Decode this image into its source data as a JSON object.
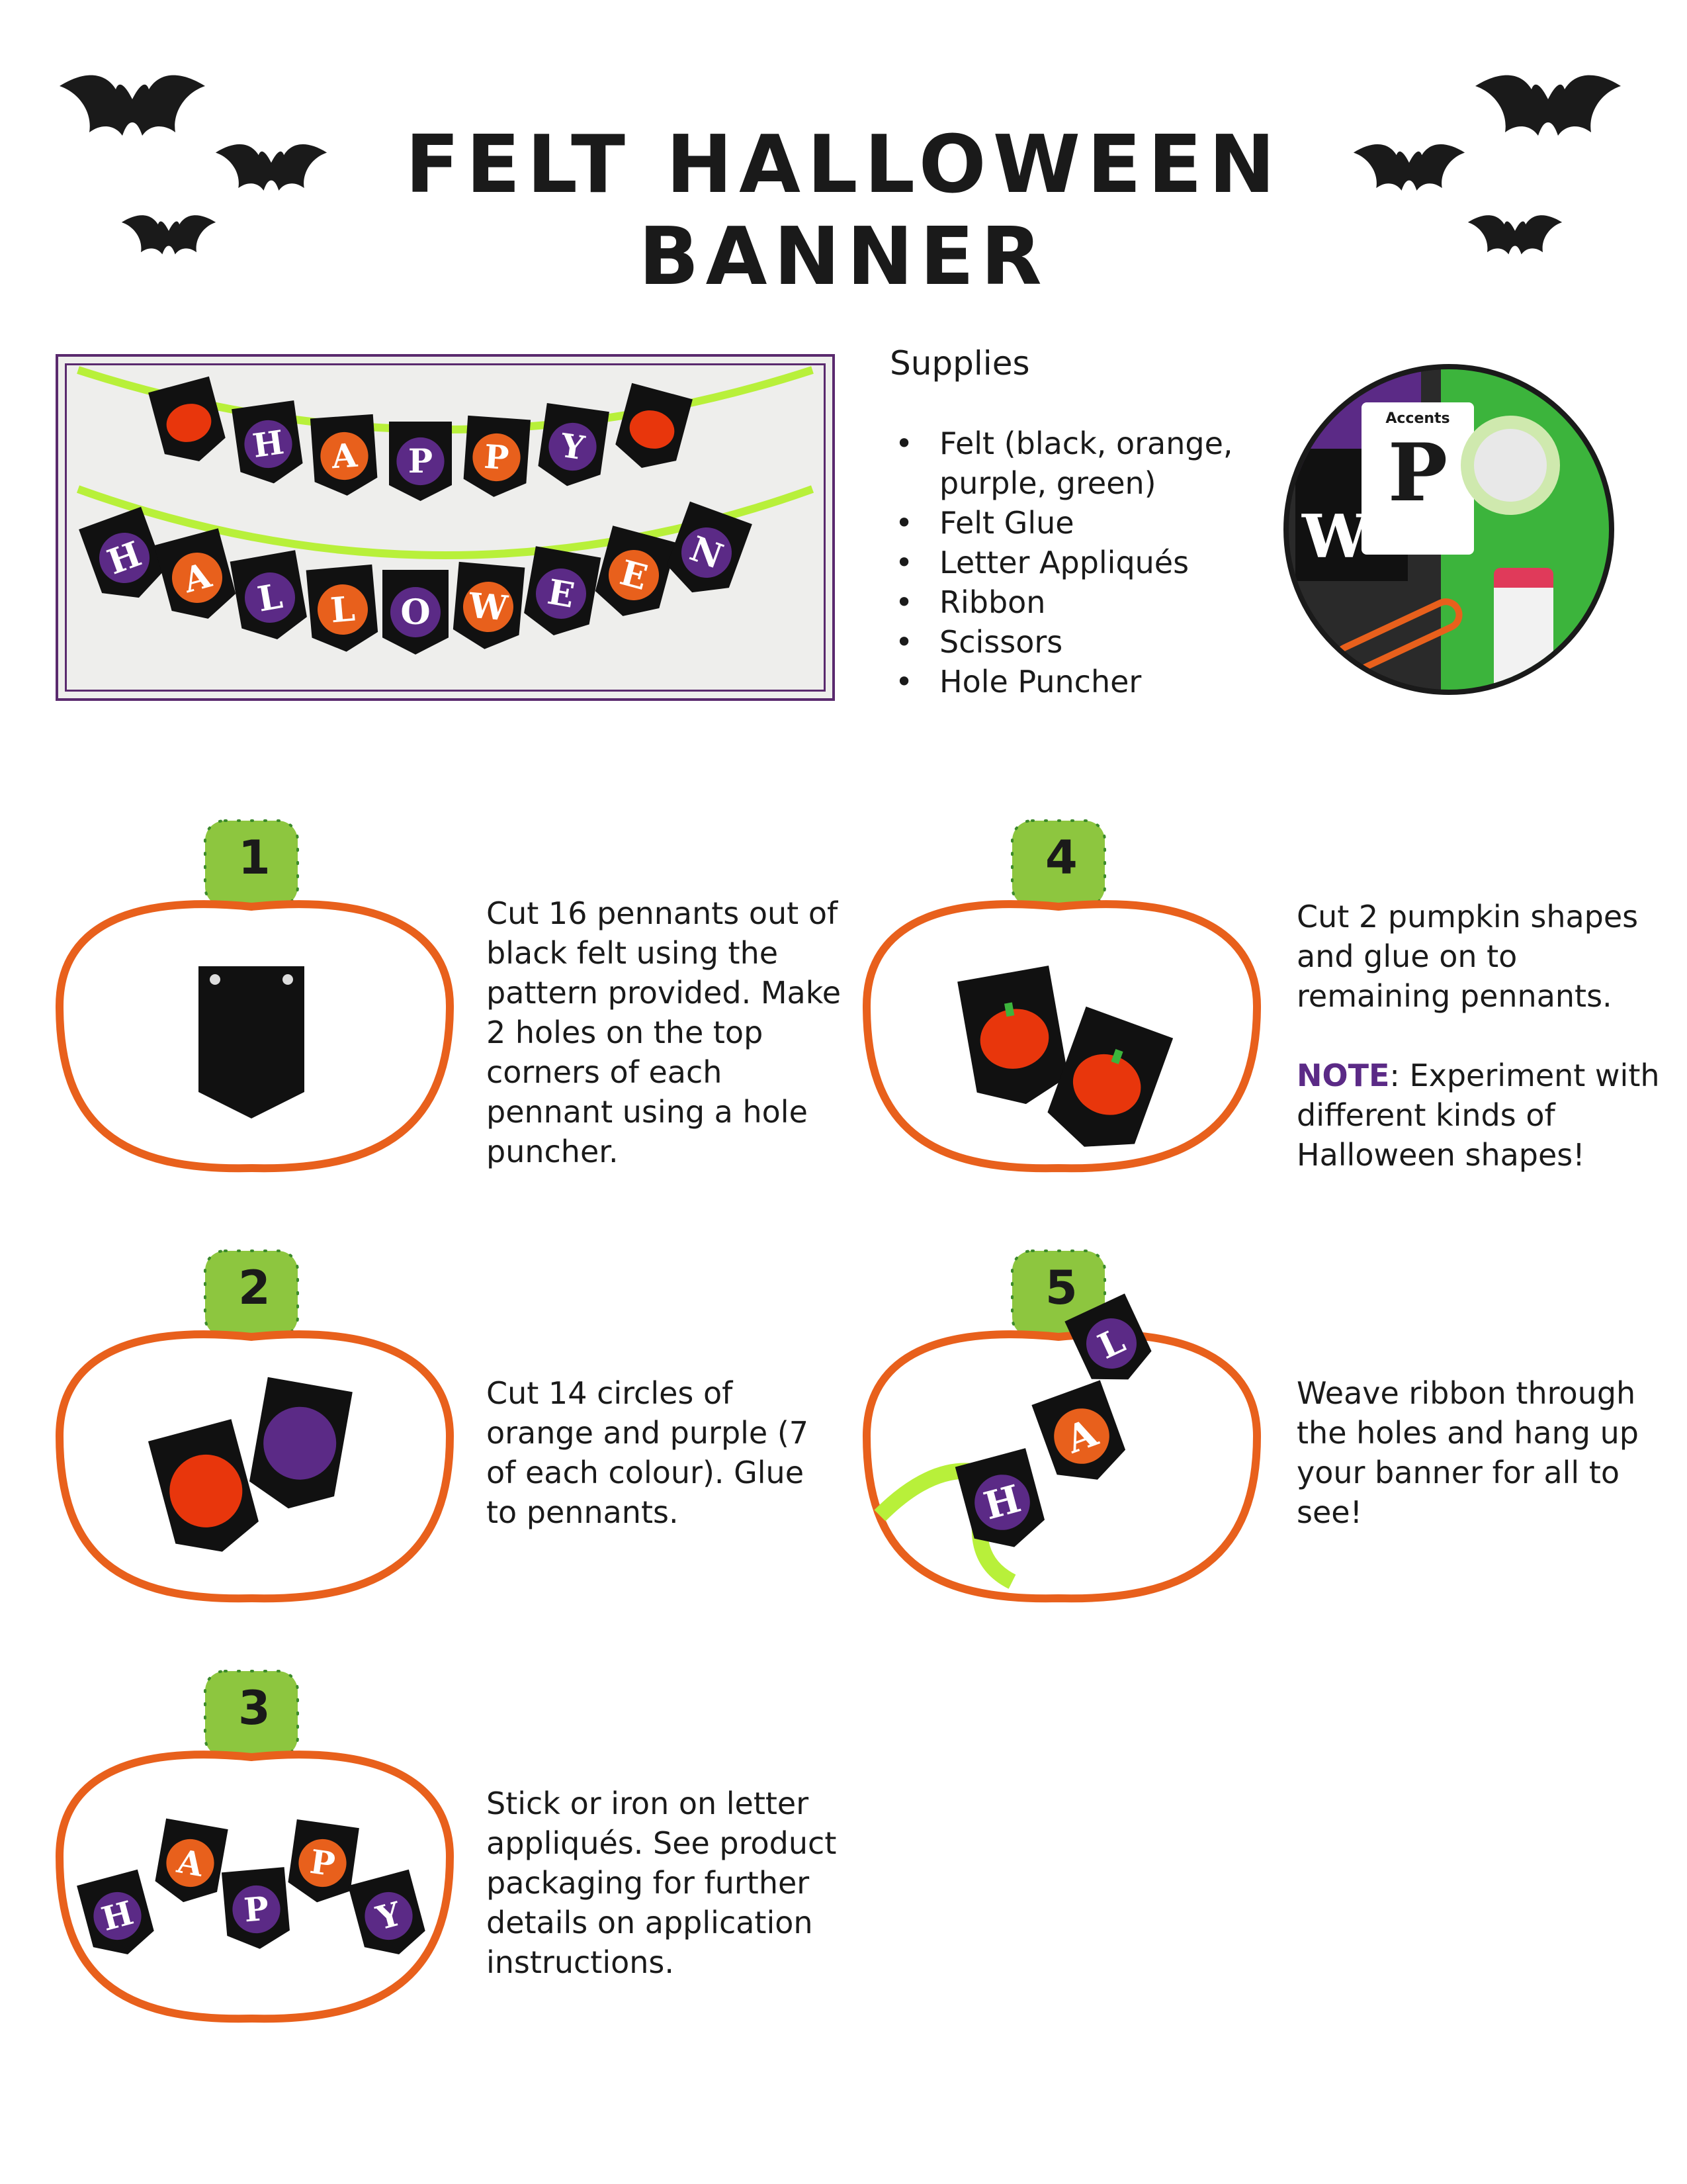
{
  "page": {
    "title": "FELT HALLOWEEN BANNER"
  },
  "supplies": {
    "heading": "Supplies",
    "items": [
      "Felt (black, orange, purple, green)",
      "Felt Glue",
      "Letter Appliqués",
      "Ribbon",
      "Scissors",
      "Hole Puncher"
    ]
  },
  "hero": {
    "row1_letters": [
      "H",
      "A",
      "P",
      "P",
      "Y"
    ],
    "row2_letters": [
      "H",
      "A",
      "L",
      "L",
      "O",
      "W",
      "E",
      "E",
      "N"
    ]
  },
  "steps": [
    {
      "number": "1",
      "text": "Cut 16 pennants out of black felt using the pattern provided. Make 2 holes on the top corners of each pennant using a hole puncher."
    },
    {
      "number": "2",
      "text": "Cut 14 circles of orange and purple (7 of each colour). Glue to pennants."
    },
    {
      "number": "3",
      "text": "Stick or iron on letter appliqués. See product packaging for further details on application instructions."
    },
    {
      "number": "4",
      "text": "Cut 2 pumpkin shapes and glue on to remaining pennants.",
      "note_label": "NOTE",
      "note_text": ": Experiment with different kinds of Halloween shapes!"
    },
    {
      "number": "5",
      "text": "Weave ribbon through the holes and hang up your banner for all to see!"
    }
  ],
  "photo_labels": {
    "kit_letter": "P",
    "kit_letter_2": "W",
    "kit_brand": "Accents",
    "step3_letters": [
      "H",
      "A",
      "P",
      "P",
      "Y"
    ],
    "step5_letters": [
      "H",
      "A",
      "L"
    ]
  },
  "colors": {
    "orange": "#e8601c",
    "purple": "#5b2a86",
    "green": "#8dc63f",
    "black": "#1a1a1a",
    "lime": "#b8f03a"
  }
}
